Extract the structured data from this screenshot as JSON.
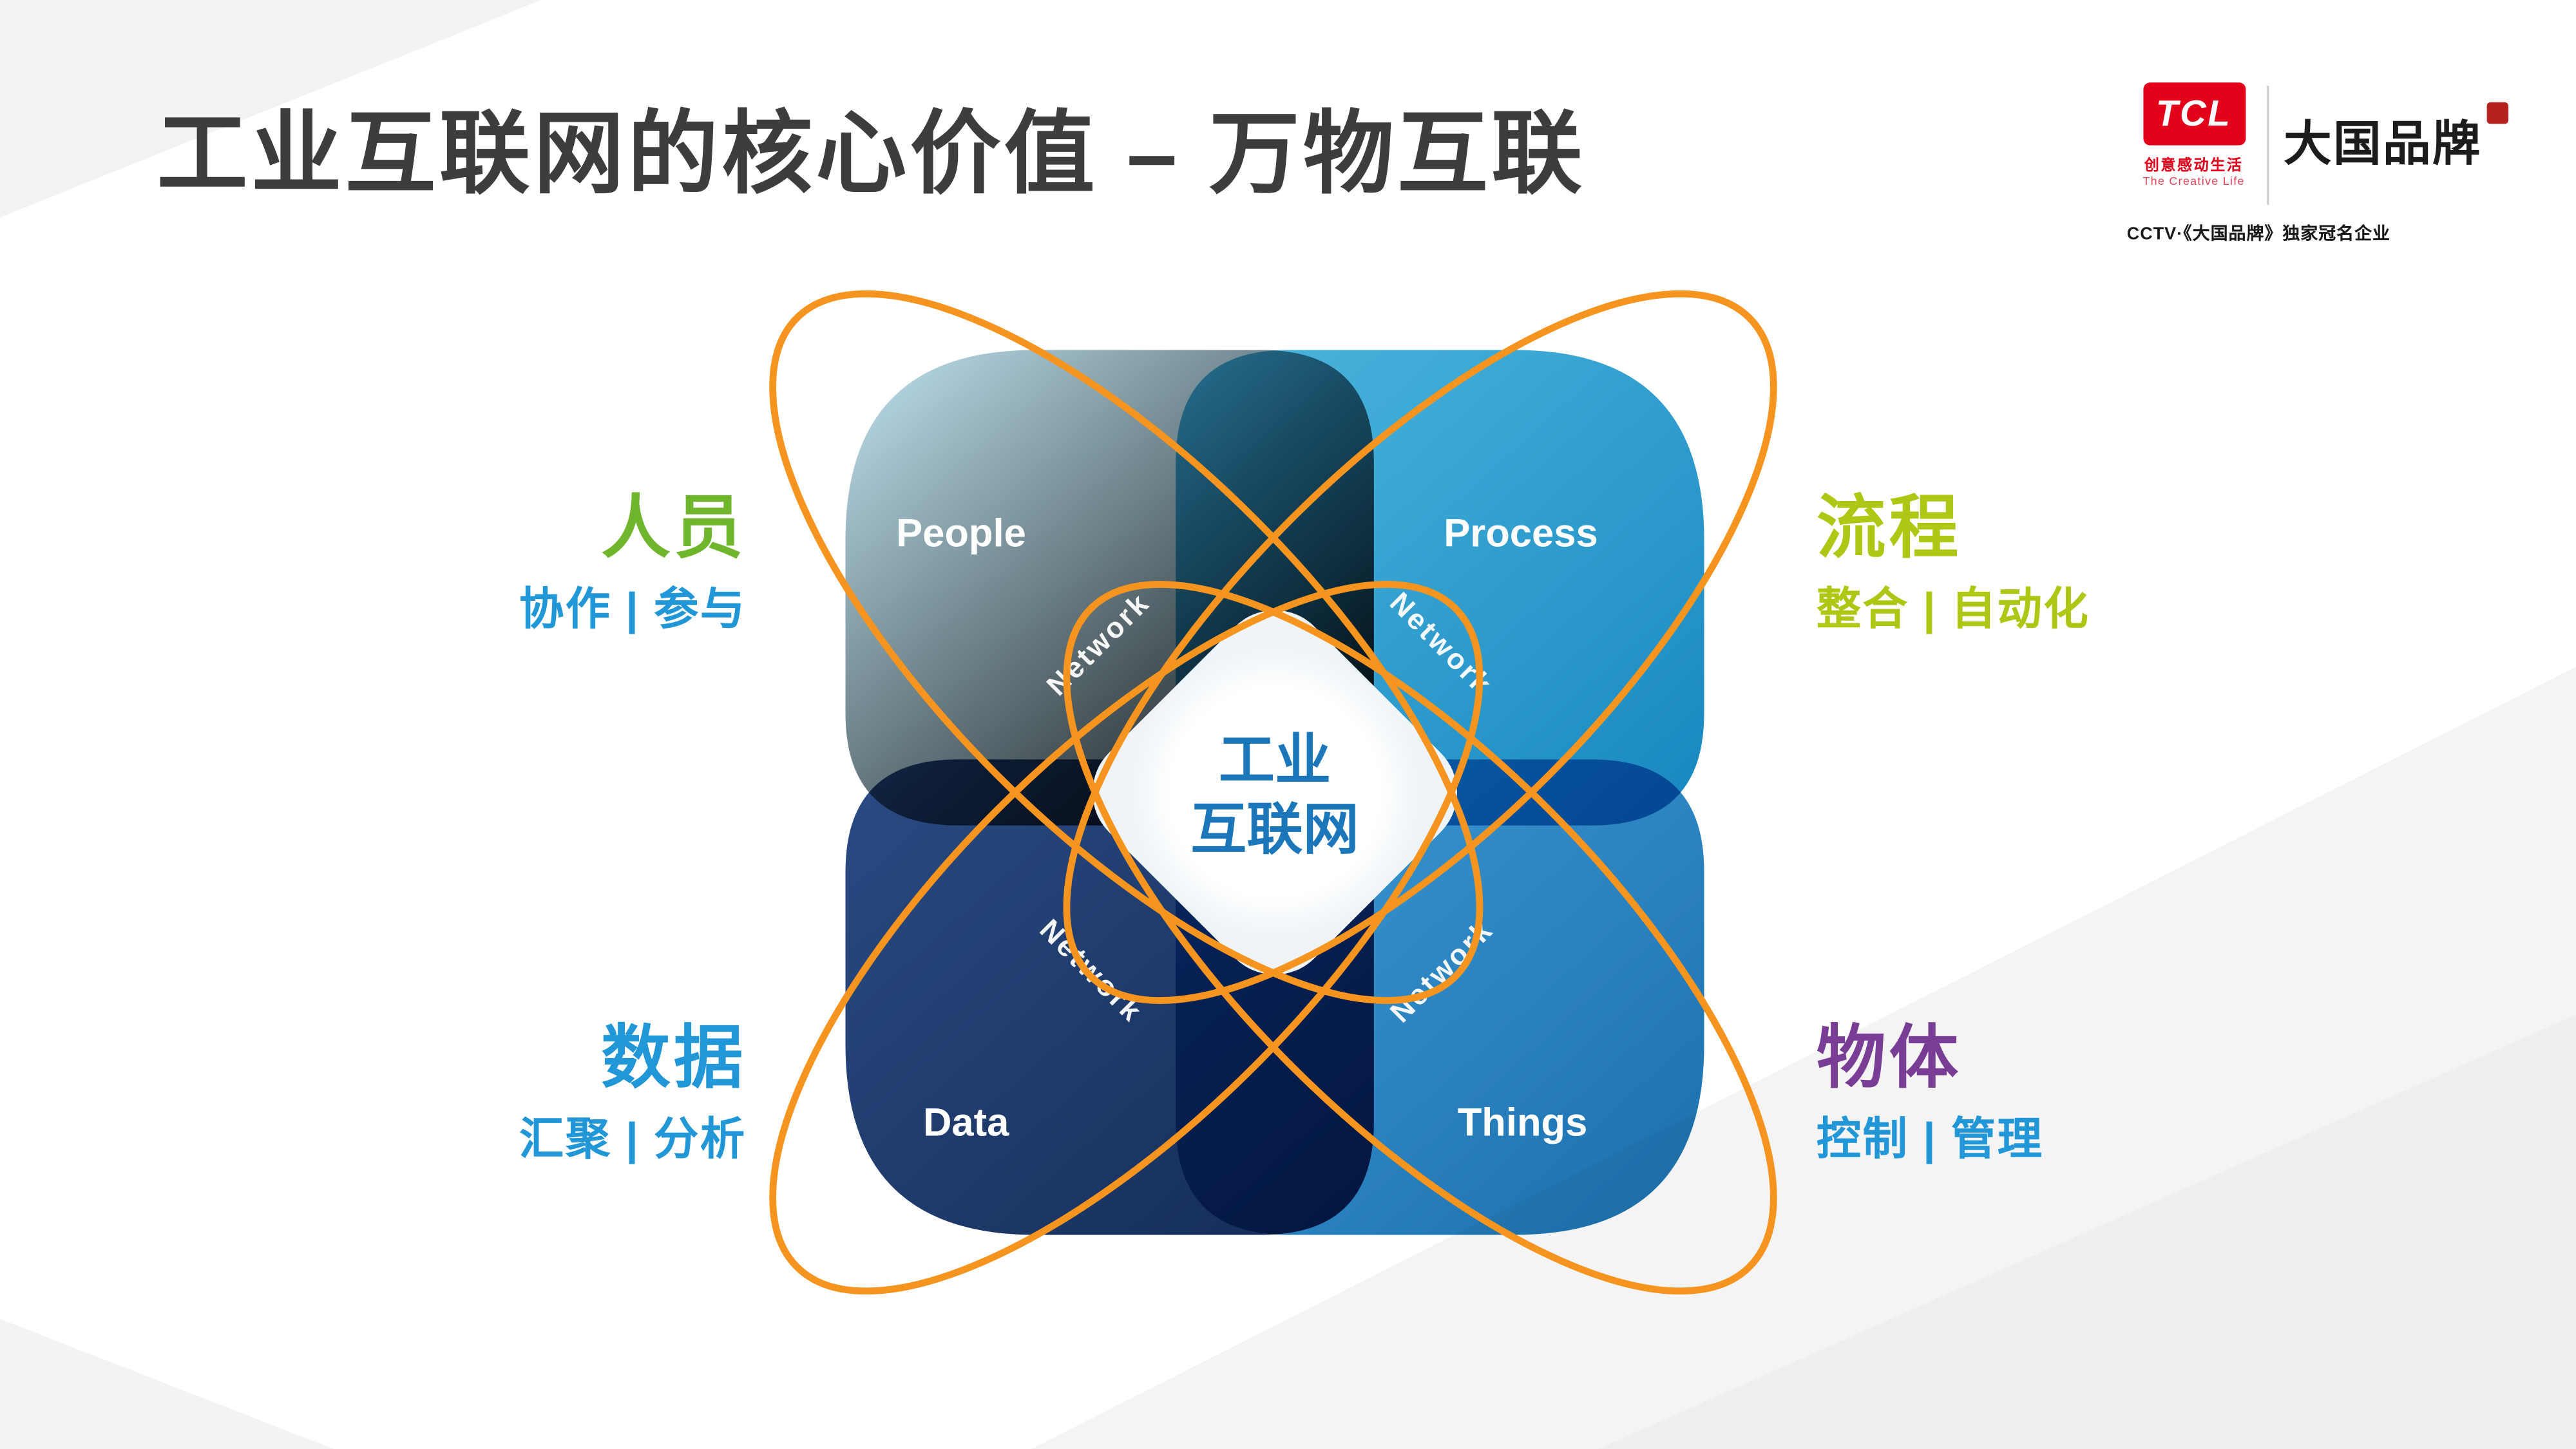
{
  "slide": {
    "title": "工业互联网的核心价值 – 万物互联"
  },
  "logo": {
    "tcl": "TCL",
    "tagline_cn": "创意感动生活",
    "tagline_en": "The Creative Life",
    "brand": "大国品牌",
    "cctv_line": "CCTV·《大国品牌》独家冠名企业"
  },
  "diagram": {
    "center_line1": "工业",
    "center_line2": "互联网",
    "network_label": "Network",
    "loops_color": "#f5941f",
    "petals": [
      {
        "id": "people",
        "label": "People",
        "color": "#a6d3e8"
      },
      {
        "id": "process",
        "label": "Process",
        "color": "#2196c9"
      },
      {
        "id": "data",
        "label": "Data",
        "color": "#1b3a6b"
      },
      {
        "id": "things",
        "label": "Things",
        "color": "#1f7ec0"
      }
    ]
  },
  "annotations": {
    "people": {
      "title": "人员",
      "title_color": "#70b62c",
      "sub": "协作 | 参与",
      "sub_color": "#2297d8"
    },
    "process": {
      "title": "流程",
      "title_color": "#aec614",
      "sub": "整合 | 自动化",
      "sub_color": "#aec614"
    },
    "data": {
      "title": "数据",
      "title_color": "#2297d8",
      "sub": "汇聚 | 分析",
      "sub_color": "#2297d8"
    },
    "things": {
      "title": "物体",
      "title_color": "#7a3d96",
      "sub": "控制 | 管理",
      "sub_color": "#2297d8"
    }
  }
}
